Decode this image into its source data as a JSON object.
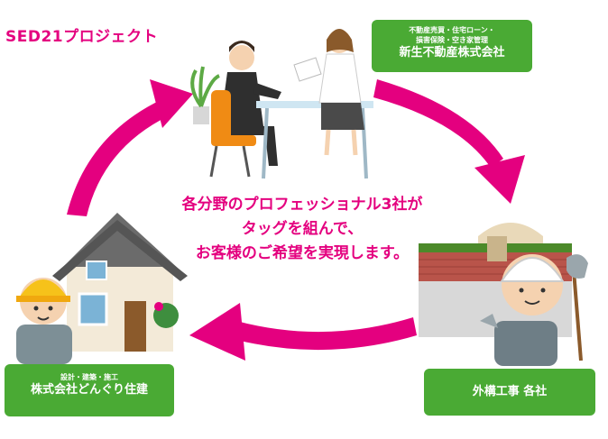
{
  "project_title": "SED21プロジェクト",
  "center_message": {
    "line1": "各分野のプロフェッショナル3社が",
    "line2": "タッグを組んで、",
    "line3": "お客様のご希望を実現します。"
  },
  "companies": {
    "real_estate": {
      "services_line1": "不動産売買・住宅ローン・",
      "services_line2": "損害保険・空き家管理",
      "name": "新生不動産株式会社"
    },
    "builder": {
      "services": "設計・建築・施工",
      "name": "株式会社どんぐり住建"
    },
    "exterior": {
      "name": "外構工事 各社"
    }
  },
  "colors": {
    "accent_pink": "#e4007f",
    "label_green": "#4aaa34"
  },
  "icons": [
    "meeting-illustration",
    "house-illustration",
    "exterior-wall-illustration",
    "builder-worker-illustration",
    "exterior-worker-illustration",
    "cycle-arrows"
  ]
}
